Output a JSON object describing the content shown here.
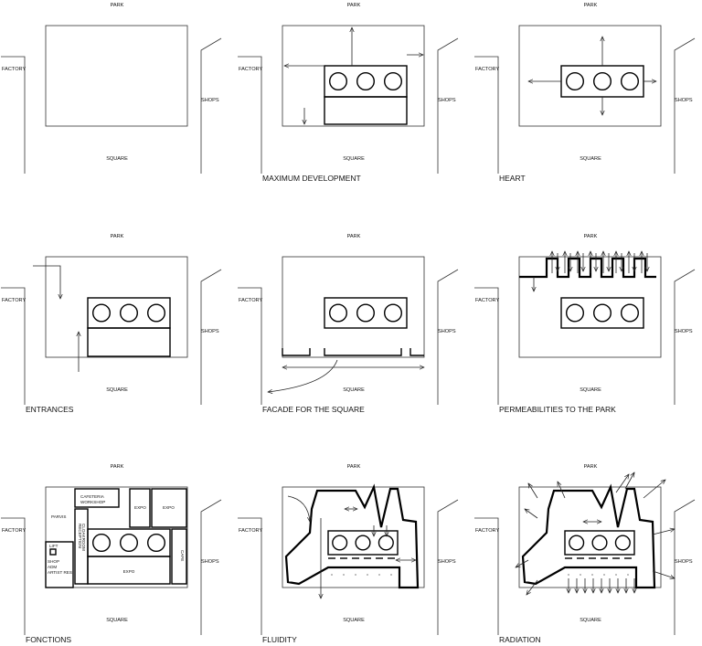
{
  "site_labels": {
    "park": "PARK",
    "square": "SQUARE",
    "factory": "FACTORY",
    "shops": "SHOPS"
  },
  "panels": [
    {
      "id": "site",
      "caption": ""
    },
    {
      "id": "maximum-development",
      "caption": "MAXIMUM DEVELOPMENT"
    },
    {
      "id": "heart",
      "caption": "HEART"
    },
    {
      "id": "entrances",
      "caption": "ENTRANCES"
    },
    {
      "id": "facade",
      "caption": "FACADE FOR THE SQUARE"
    },
    {
      "id": "permeabilities",
      "caption": "PERMEABILITIES TO THE PARK"
    },
    {
      "id": "fonctions",
      "caption": "FONCTIONS"
    },
    {
      "id": "fluidity",
      "caption": "FLUIDITY"
    },
    {
      "id": "radiation",
      "caption": "RADIATION"
    }
  ],
  "rooms": {
    "cafeteria": "CAFETERIA",
    "workshop": "WORKSHOP",
    "expo": "EXPO",
    "parvis": "PARVIS",
    "lift": "LIFT",
    "shop": "SHOP",
    "adm": "ADM",
    "artist_res": "ARTIST RES",
    "cloakroom": "CLOAKROOM",
    "reception": "RECEPTION",
    "cafe": "CAFE"
  }
}
